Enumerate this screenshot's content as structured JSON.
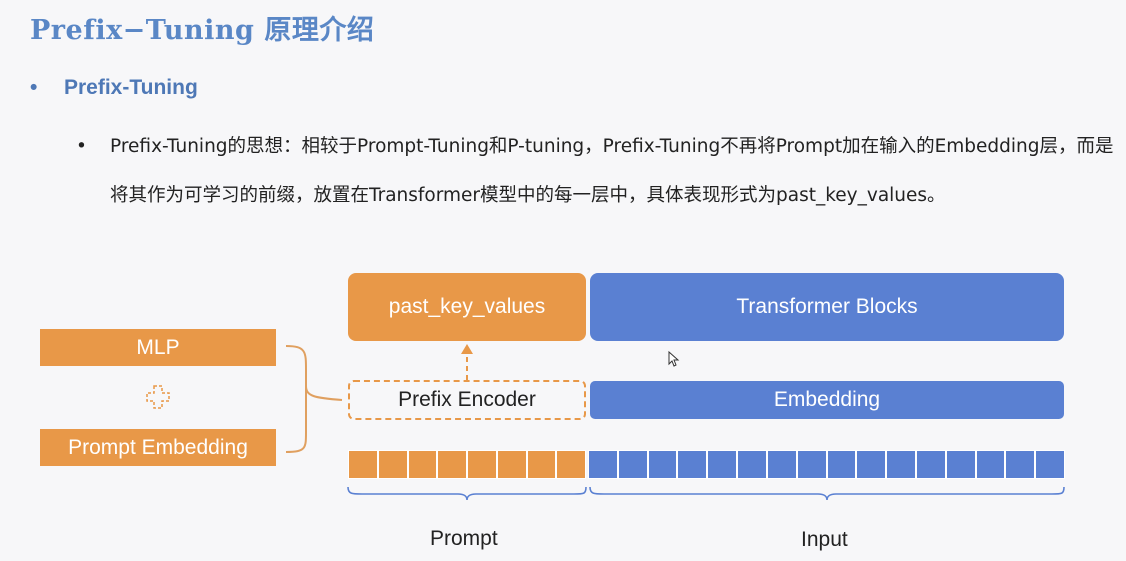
{
  "title": "Prefix−Tuning 原理介绍",
  "bullet": {
    "marker": "•",
    "text": "Prefix-Tuning"
  },
  "paragraph": {
    "marker": "•",
    "text": "Prefix-Tuning的思想：相较于Prompt-Tuning和P-tuning，Prefix-Tuning不再将Prompt加在输入的Embedding层，而是将其作为可学习的前缀，放置在Transformer模型中的每一层中，具体表现形式为past_key_values。"
  },
  "diagram": {
    "left": {
      "mlp": "MLP",
      "prompt_embedding": "Prompt Embedding"
    },
    "past_key_values": "past_key_values",
    "transformer_blocks": "Transformer Blocks",
    "prefix_encoder": "Prefix Encoder",
    "embedding": "Embedding",
    "prompt_label": "Prompt",
    "input_label": "Input",
    "prompt_tokens": 8,
    "input_tokens": 16
  },
  "colors": {
    "orange": "#e89848",
    "blue": "#5a80d2",
    "title": "#5a87c6"
  }
}
